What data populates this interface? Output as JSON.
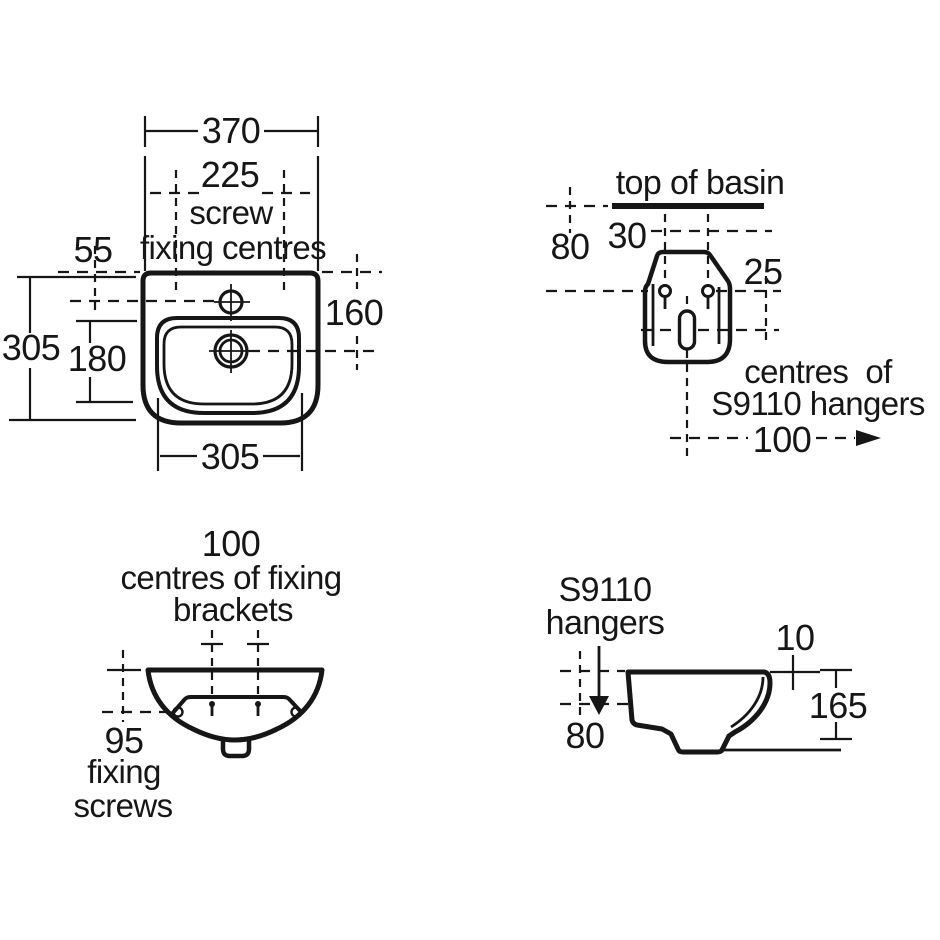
{
  "drawing": {
    "plan": {
      "overall_width": "370",
      "screw_centres": "225",
      "screw_word": "screw",
      "fixing_centres_word": "fixing centres",
      "edge_offset": "55",
      "overall_depth": "305",
      "bowl_dim": "180",
      "drain_offset": "160",
      "bottom_width": "305"
    },
    "hanger_detail": {
      "title": "top of basin",
      "below_top": "80",
      "hole_offset": "30",
      "slot_offset": "25",
      "caption_line1": "centres  of",
      "caption_line2": "S9110 hangers",
      "hanger_spacing": "100"
    },
    "front": {
      "bracket_spacing": "100",
      "caption_line1": "centres of fixing",
      "caption_line2": "brackets",
      "screw_offset": "95",
      "screws_line1": "fixing",
      "screws_line2": "screws"
    },
    "side": {
      "hanger_line1": "S9110",
      "hanger_line2": "hangers",
      "top_offset": "10",
      "height": "165",
      "hanger_drop": "80"
    },
    "colors": {
      "line": "#161616",
      "background": "#ffffff"
    }
  }
}
